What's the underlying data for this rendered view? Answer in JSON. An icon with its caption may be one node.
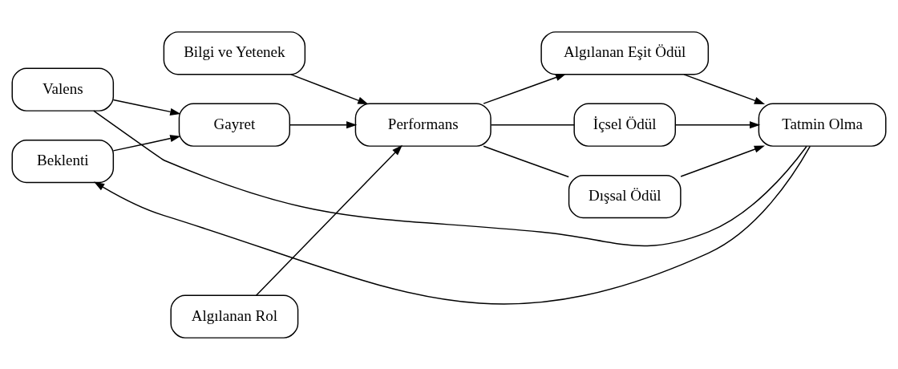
{
  "diagram": {
    "nodes": [
      {
        "text": [
          "Bilgi ve Yetenek"
        ]
      },
      {
        "text": [
          "Valens"
        ]
      },
      {
        "text": [
          "Gayret"
        ]
      },
      {
        "text": [
          "Performans"
        ]
      },
      {
        "text": [
          "Algılanan Eşit Ödül"
        ]
      },
      {
        "text": [
          "İçsel Ödül"
        ]
      },
      {
        "text": [
          "Dışsal Ödül"
        ]
      },
      {
        "text": [
          "Tatmin Olma"
        ]
      },
      {
        "text": [
          "Beklenti"
        ]
      },
      {
        "text": [
          "Algılanan Rol"
        ]
      }
    ],
    "edges": [
      {
        "from": 1,
        "to": 2,
        "arrow": "to"
      },
      {
        "from": 8,
        "to": 2,
        "arrow": "to"
      },
      {
        "from": 2,
        "to": 3,
        "arrow": "to"
      },
      {
        "from": 0,
        "to": 3,
        "arrow": "to"
      },
      {
        "from": 9,
        "to": 3,
        "arrow": "to"
      },
      {
        "from": 3,
        "to": 4,
        "arrow": "to"
      },
      {
        "from": 3,
        "to": 5,
        "arrow": "none"
      },
      {
        "from": 3,
        "to": 6,
        "arrow": "none"
      },
      {
        "from": 4,
        "to": 7,
        "arrow": "to"
      },
      {
        "from": 5,
        "to": 7,
        "arrow": "to"
      },
      {
        "from": 6,
        "to": 7,
        "arrow": "to"
      },
      {
        "from": 7,
        "to": 1,
        "arrow": "none"
      },
      {
        "from": 7,
        "to": 8,
        "arrow": "to"
      }
    ]
  }
}
